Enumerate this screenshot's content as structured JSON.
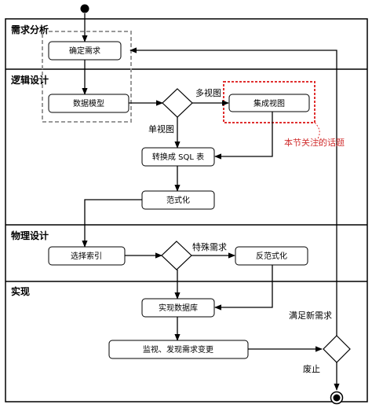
{
  "lanes": {
    "requirements": "需求分析",
    "logical": "逻辑设计",
    "physical": "物理设计",
    "implementation": "实现"
  },
  "nodes": {
    "determine_requirements": "确定需求",
    "data_model": "数据模型",
    "integrate_views": "集成视图",
    "convert_to_sql": "转换成 SQL 表",
    "normalize": "范式化",
    "select_index": "选择索引",
    "denormalize": "反范式化",
    "implement_db": "实现数据库",
    "monitor": "监视、发现需求变更"
  },
  "edge_labels": {
    "multi_view": "多视图",
    "single_view": "单视图",
    "special_requirements": "特殊需求",
    "satisfy_new": "满足新需求",
    "obsolete": "废止"
  },
  "annotation": {
    "text": "本节关注的话题",
    "color": "#d03030"
  },
  "colors": {
    "highlight": "#e03030",
    "dashed_box": "#999999"
  }
}
